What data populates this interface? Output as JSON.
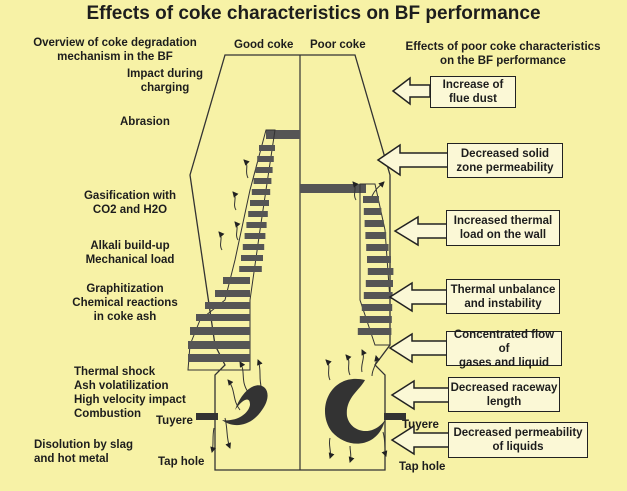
{
  "title": "Effects of coke characteristics on BF performance",
  "left_heading": [
    "Overview of coke degradation",
    "mechanism in the BF"
  ],
  "right_heading": [
    "Effects of poor coke characteristics",
    "on the BF performance"
  ],
  "columns": {
    "good": "Good coke",
    "poor": "Poor coke"
  },
  "mechanisms": [
    [
      "Impact during",
      "charging"
    ],
    [
      "Abrasion"
    ],
    [
      "Gasification with",
      "CO2 and H2O"
    ],
    [
      "Alkali build-up",
      "Mechanical load"
    ],
    [
      "Graphitization",
      "Chemical reactions",
      "in coke ash"
    ],
    [
      "Thermal shock",
      "Ash volatilization",
      "High velocity impact",
      "Combustion"
    ],
    [
      "Disolution by slag",
      "and hot metal"
    ]
  ],
  "effects": [
    [
      "Increase of",
      "flue dust"
    ],
    [
      "Decreased solid",
      "zone permeability"
    ],
    [
      "Increased thermal",
      "load on the wall"
    ],
    [
      "Thermal unbalance",
      "and instability"
    ],
    [
      "Concentrated flow of",
      "gases and liquid"
    ],
    [
      "Decreased raceway",
      "length"
    ],
    [
      "Decreased permeability",
      "of liquids"
    ]
  ],
  "labels": {
    "tuyere_left": "Tuyere",
    "tuyere_right": "Tuyere",
    "taphole_left": "Tap hole",
    "taphole_right": "Tap hole"
  },
  "colors": {
    "background": "#f7f2a6",
    "stripe": "#555555",
    "ink": "#1d1d1d",
    "box_fill": "#fbf8d6"
  }
}
